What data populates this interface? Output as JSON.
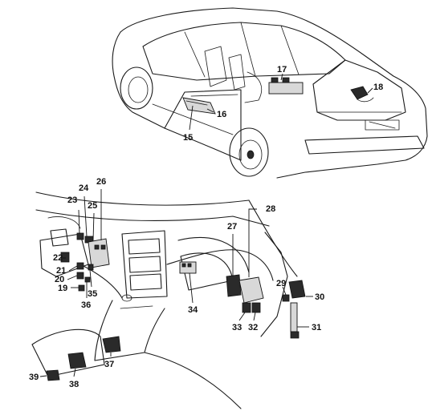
{
  "callouts": {
    "c15": "15",
    "c16": "16",
    "c17": "17",
    "c18": "18",
    "c19": "19",
    "c20": "20",
    "c21": "21",
    "c22": "22",
    "c23": "23",
    "c24": "24",
    "c25": "25",
    "c26": "26",
    "c27": "27",
    "c28": "28",
    "c29": "29",
    "c30": "30",
    "c31": "31",
    "c32": "32",
    "c33": "33",
    "c34": "34",
    "c35": "35",
    "c36": "36",
    "c37": "37",
    "c38": "38",
    "c39": "39"
  }
}
